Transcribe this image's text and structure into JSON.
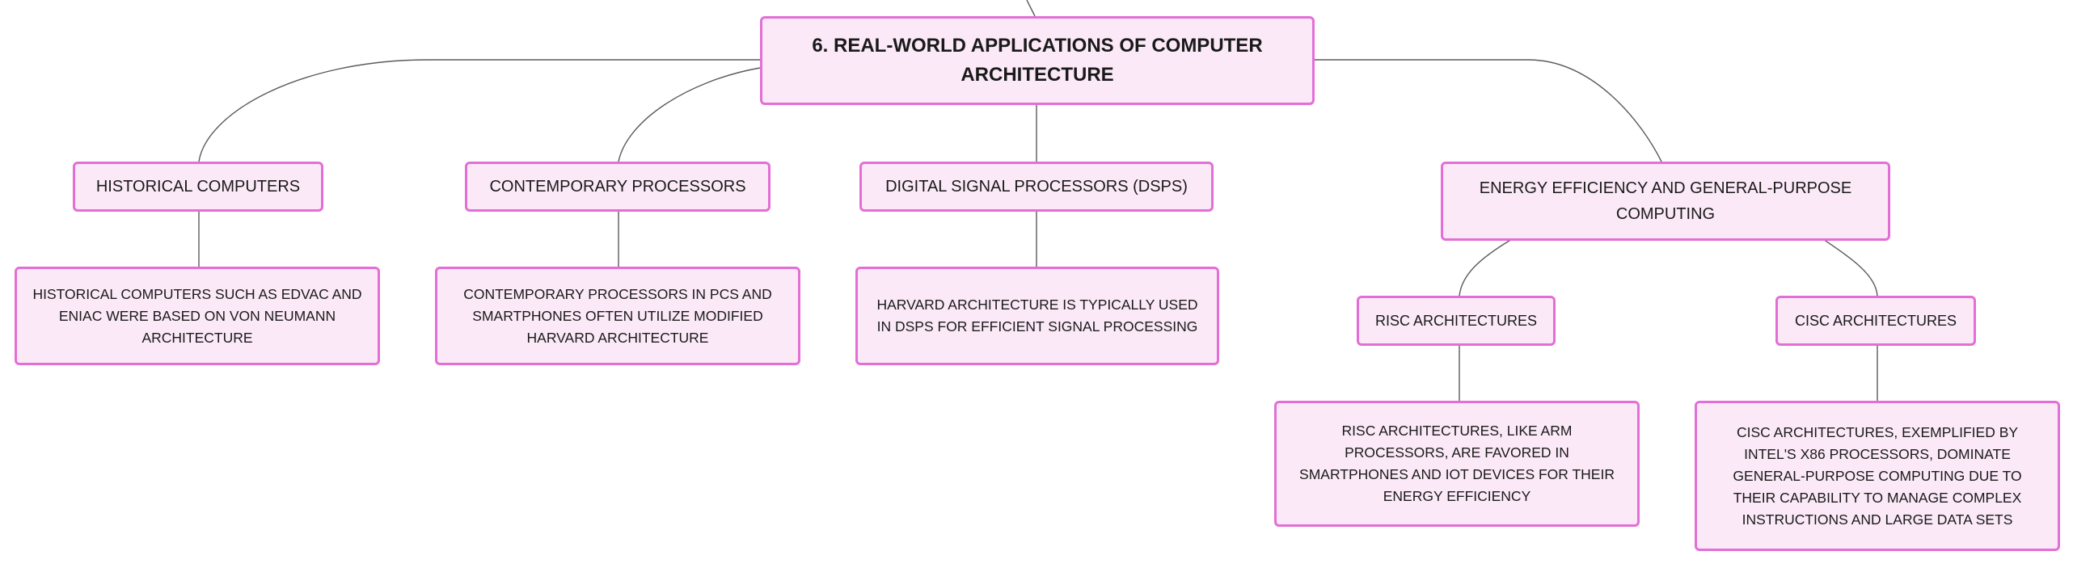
{
  "root": "6. REAL-WORLD APPLICATIONS OF COMPUTER ARCHITECTURE",
  "branches": [
    {
      "label": "HISTORICAL COMPUTERS",
      "detail": "HISTORICAL COMPUTERS SUCH AS EDVAC AND ENIAC WERE BASED ON VON NEUMANN ARCHITECTURE"
    },
    {
      "label": "CONTEMPORARY PROCESSORS",
      "detail": "CONTEMPORARY PROCESSORS IN PCS AND SMARTPHONES OFTEN UTILIZE MODIFIED HARVARD ARCHITECTURE"
    },
    {
      "label": "DIGITAL SIGNAL PROCESSORS (DSPS)",
      "detail": "HARVARD ARCHITECTURE IS TYPICALLY USED IN DSPS FOR EFFICIENT SIGNAL PROCESSING"
    },
    {
      "label": "ENERGY EFFICIENCY AND GENERAL-PURPOSE COMPUTING",
      "children": [
        {
          "label": "RISC ARCHITECTURES",
          "detail": "RISC ARCHITECTURES, LIKE ARM PROCESSORS, ARE FAVORED IN SMARTPHONES AND IOT DEVICES FOR THEIR ENERGY EFFICIENCY"
        },
        {
          "label": "CISC ARCHITECTURES",
          "detail": "CISC ARCHITECTURES, EXEMPLIFIED BY INTEL'S X86 PROCESSORS, DOMINATE GENERAL-PURPOSE COMPUTING DUE TO THEIR CAPABILITY TO MANAGE COMPLEX INSTRUCTIONS AND LARGE DATA SETS"
        }
      ]
    }
  ],
  "colors": {
    "node_fill": "#fbe9f7",
    "node_border": "#e36fd6",
    "connector": "#5a5a5a"
  }
}
